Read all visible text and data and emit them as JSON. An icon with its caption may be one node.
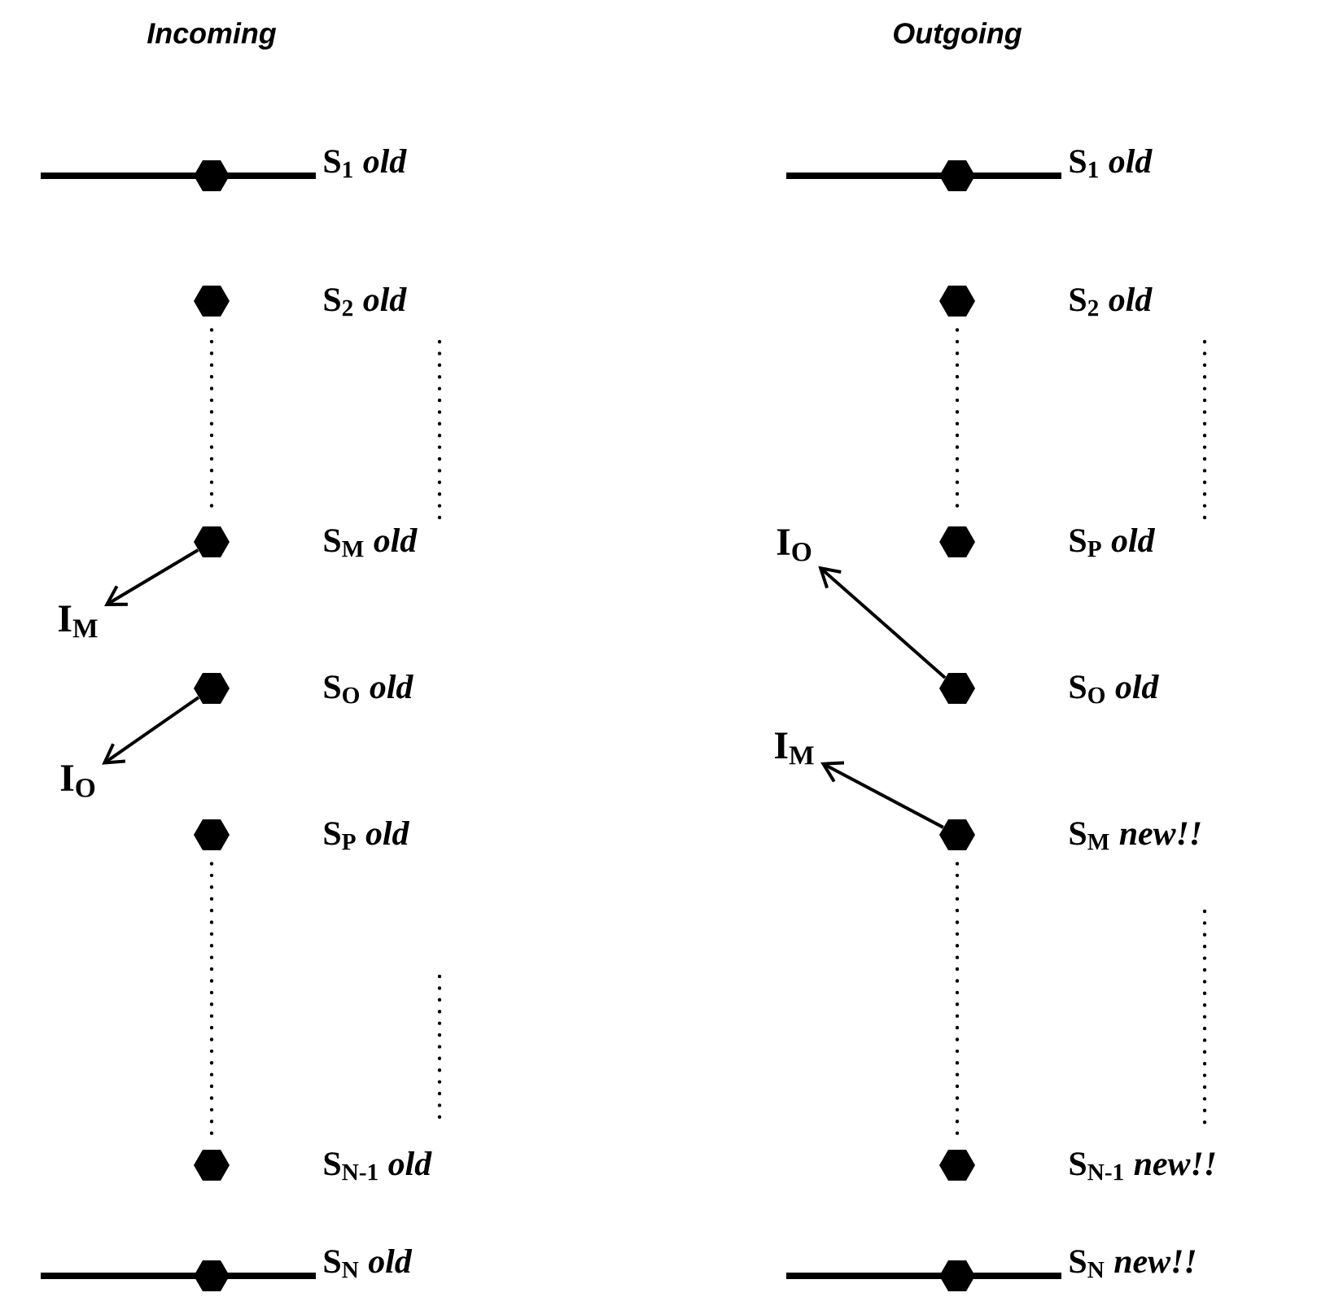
{
  "diagram": {
    "nodes": [
      {
        "text": [],
        "shape": "hexagon",
        "beside": [
          "S$_{1}$ *old*"
        ]
      },
      {
        "text": [],
        "shape": "hexagon",
        "beside": [
          "S$_{2}$ *old*"
        ]
      },
      {
        "text": [],
        "shape": "hexagon",
        "beside": [
          "S$_{M}$ *old*"
        ]
      },
      {
        "text": [
          "I$_{M}$"
        ]
      },
      {
        "text": [],
        "shape": "hexagon",
        "beside": [
          "S$_{O}$ *old*"
        ]
      },
      {
        "text": [
          "I$_{O}$"
        ]
      },
      {
        "text": [],
        "shape": "hexagon",
        "beside": [
          "S$_{P}$ *old*"
        ]
      },
      {
        "text": [],
        "shape": "hexagon",
        "beside": [
          "S$_{N-1}$ *old*"
        ]
      },
      {
        "text": [],
        "shape": "hexagon",
        "beside": [
          "S$_{N}$ *old*"
        ]
      },
      {
        "text": [],
        "shape": "hexagon",
        "beside": [
          "S$_{1}$ *old*"
        ]
      },
      {
        "text": [],
        "shape": "hexagon",
        "beside": [
          "S$_{2}$ *old*"
        ]
      },
      {
        "text": [],
        "shape": "hexagon",
        "beside": [
          "S$_{P}$ *old*"
        ]
      },
      {
        "text": [
          "I$_{O}$"
        ]
      },
      {
        "text": [],
        "shape": "hexagon",
        "beside": [
          "S$_{O}$ *old*"
        ]
      },
      {
        "text": [
          "I$_{M}$"
        ]
      },
      {
        "text": [],
        "shape": "hexagon",
        "beside": [
          "S$_{M}$ *new!!*"
        ]
      },
      {
        "text": [],
        "shape": "hexagon",
        "beside": [
          "S$_{N-1}$ *new!!*"
        ]
      },
      {
        "text": [],
        "shape": "hexagon",
        "beside": [
          "S$_{N}$ *new!!*"
        ]
      }
    ],
    "edges": [
      {
        "from": 1,
        "to": 2,
        "arrow": "none",
        "style": "dashed"
      },
      {
        "from": 2,
        "to": 3,
        "arrow": "to"
      },
      {
        "from": 4,
        "to": 5,
        "arrow": "to"
      },
      {
        "from": 6,
        "to": 7,
        "arrow": "none",
        "style": "dashed"
      },
      {
        "from": 10,
        "to": 11,
        "arrow": "none",
        "style": "dashed"
      },
      {
        "from": 13,
        "to": 12,
        "arrow": "to"
      },
      {
        "from": 15,
        "to": 14,
        "arrow": "to"
      },
      {
        "from": 15,
        "to": 16,
        "arrow": "none",
        "style": "dashed"
      }
    ],
    "labels": [
      "Incoming",
      "Outgoing"
    ]
  }
}
